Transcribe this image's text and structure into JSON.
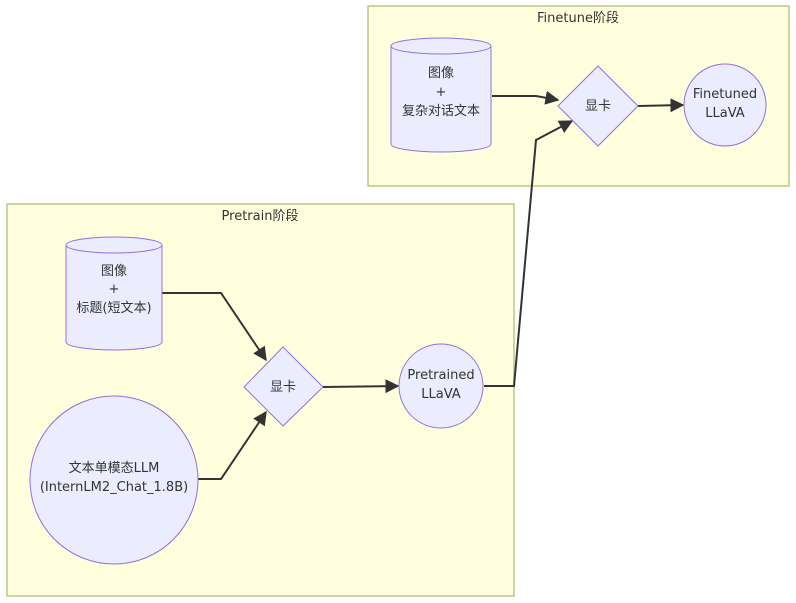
{
  "diagram": {
    "type": "flowchart",
    "colors": {
      "cluster_fill": "#ffffde",
      "cluster_stroke": "#c4c48a",
      "node_fill": "#ececff",
      "node_stroke": "#9370db",
      "edge": "#333333",
      "text": "#333333"
    },
    "clusters": {
      "finetune": {
        "title": "Finetune阶段"
      },
      "pretrain": {
        "title": "Pretrain阶段"
      }
    },
    "nodes": {
      "ft_data": {
        "shape": "cylinder",
        "lines": [
          "图像",
          "+",
          "复杂对话文本"
        ]
      },
      "ft_gpu": {
        "shape": "diamond",
        "lines": [
          "显卡"
        ]
      },
      "ft_model": {
        "shape": "circle",
        "lines": [
          "Finetuned",
          "LLaVA"
        ]
      },
      "pt_data": {
        "shape": "cylinder",
        "lines": [
          "图像",
          "+",
          "标题(短文本)"
        ]
      },
      "pt_llm": {
        "shape": "circle",
        "lines": [
          "文本单模态LLM",
          "(InternLM2_Chat_1.8B)"
        ]
      },
      "pt_gpu": {
        "shape": "diamond",
        "lines": [
          "显卡"
        ]
      },
      "pt_model": {
        "shape": "circle",
        "lines": [
          "Pretrained",
          "LLaVA"
        ]
      }
    },
    "edges": [
      {
        "from": "pt_data",
        "to": "pt_gpu"
      },
      {
        "from": "pt_llm",
        "to": "pt_gpu"
      },
      {
        "from": "pt_gpu",
        "to": "pt_model"
      },
      {
        "from": "pt_model",
        "to": "ft_gpu"
      },
      {
        "from": "ft_data",
        "to": "ft_gpu"
      },
      {
        "from": "ft_gpu",
        "to": "ft_model"
      }
    ]
  }
}
